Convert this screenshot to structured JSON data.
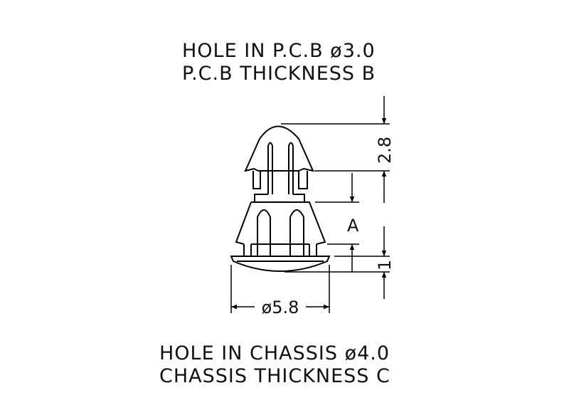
{
  "header": {
    "line1": "HOLE  IN  P.C.B  ø3.0",
    "line2": "P.C.B  THICKNESS B"
  },
  "footer": {
    "line1": "HOLE  IN  CHASSIS  ø4.0",
    "line2": "CHASSIS  THICKNESS C"
  },
  "dimensions": {
    "head_height": "2.8",
    "gap_label": "A",
    "flange_thickness": "1",
    "flange_diameter": "ø5.8"
  }
}
